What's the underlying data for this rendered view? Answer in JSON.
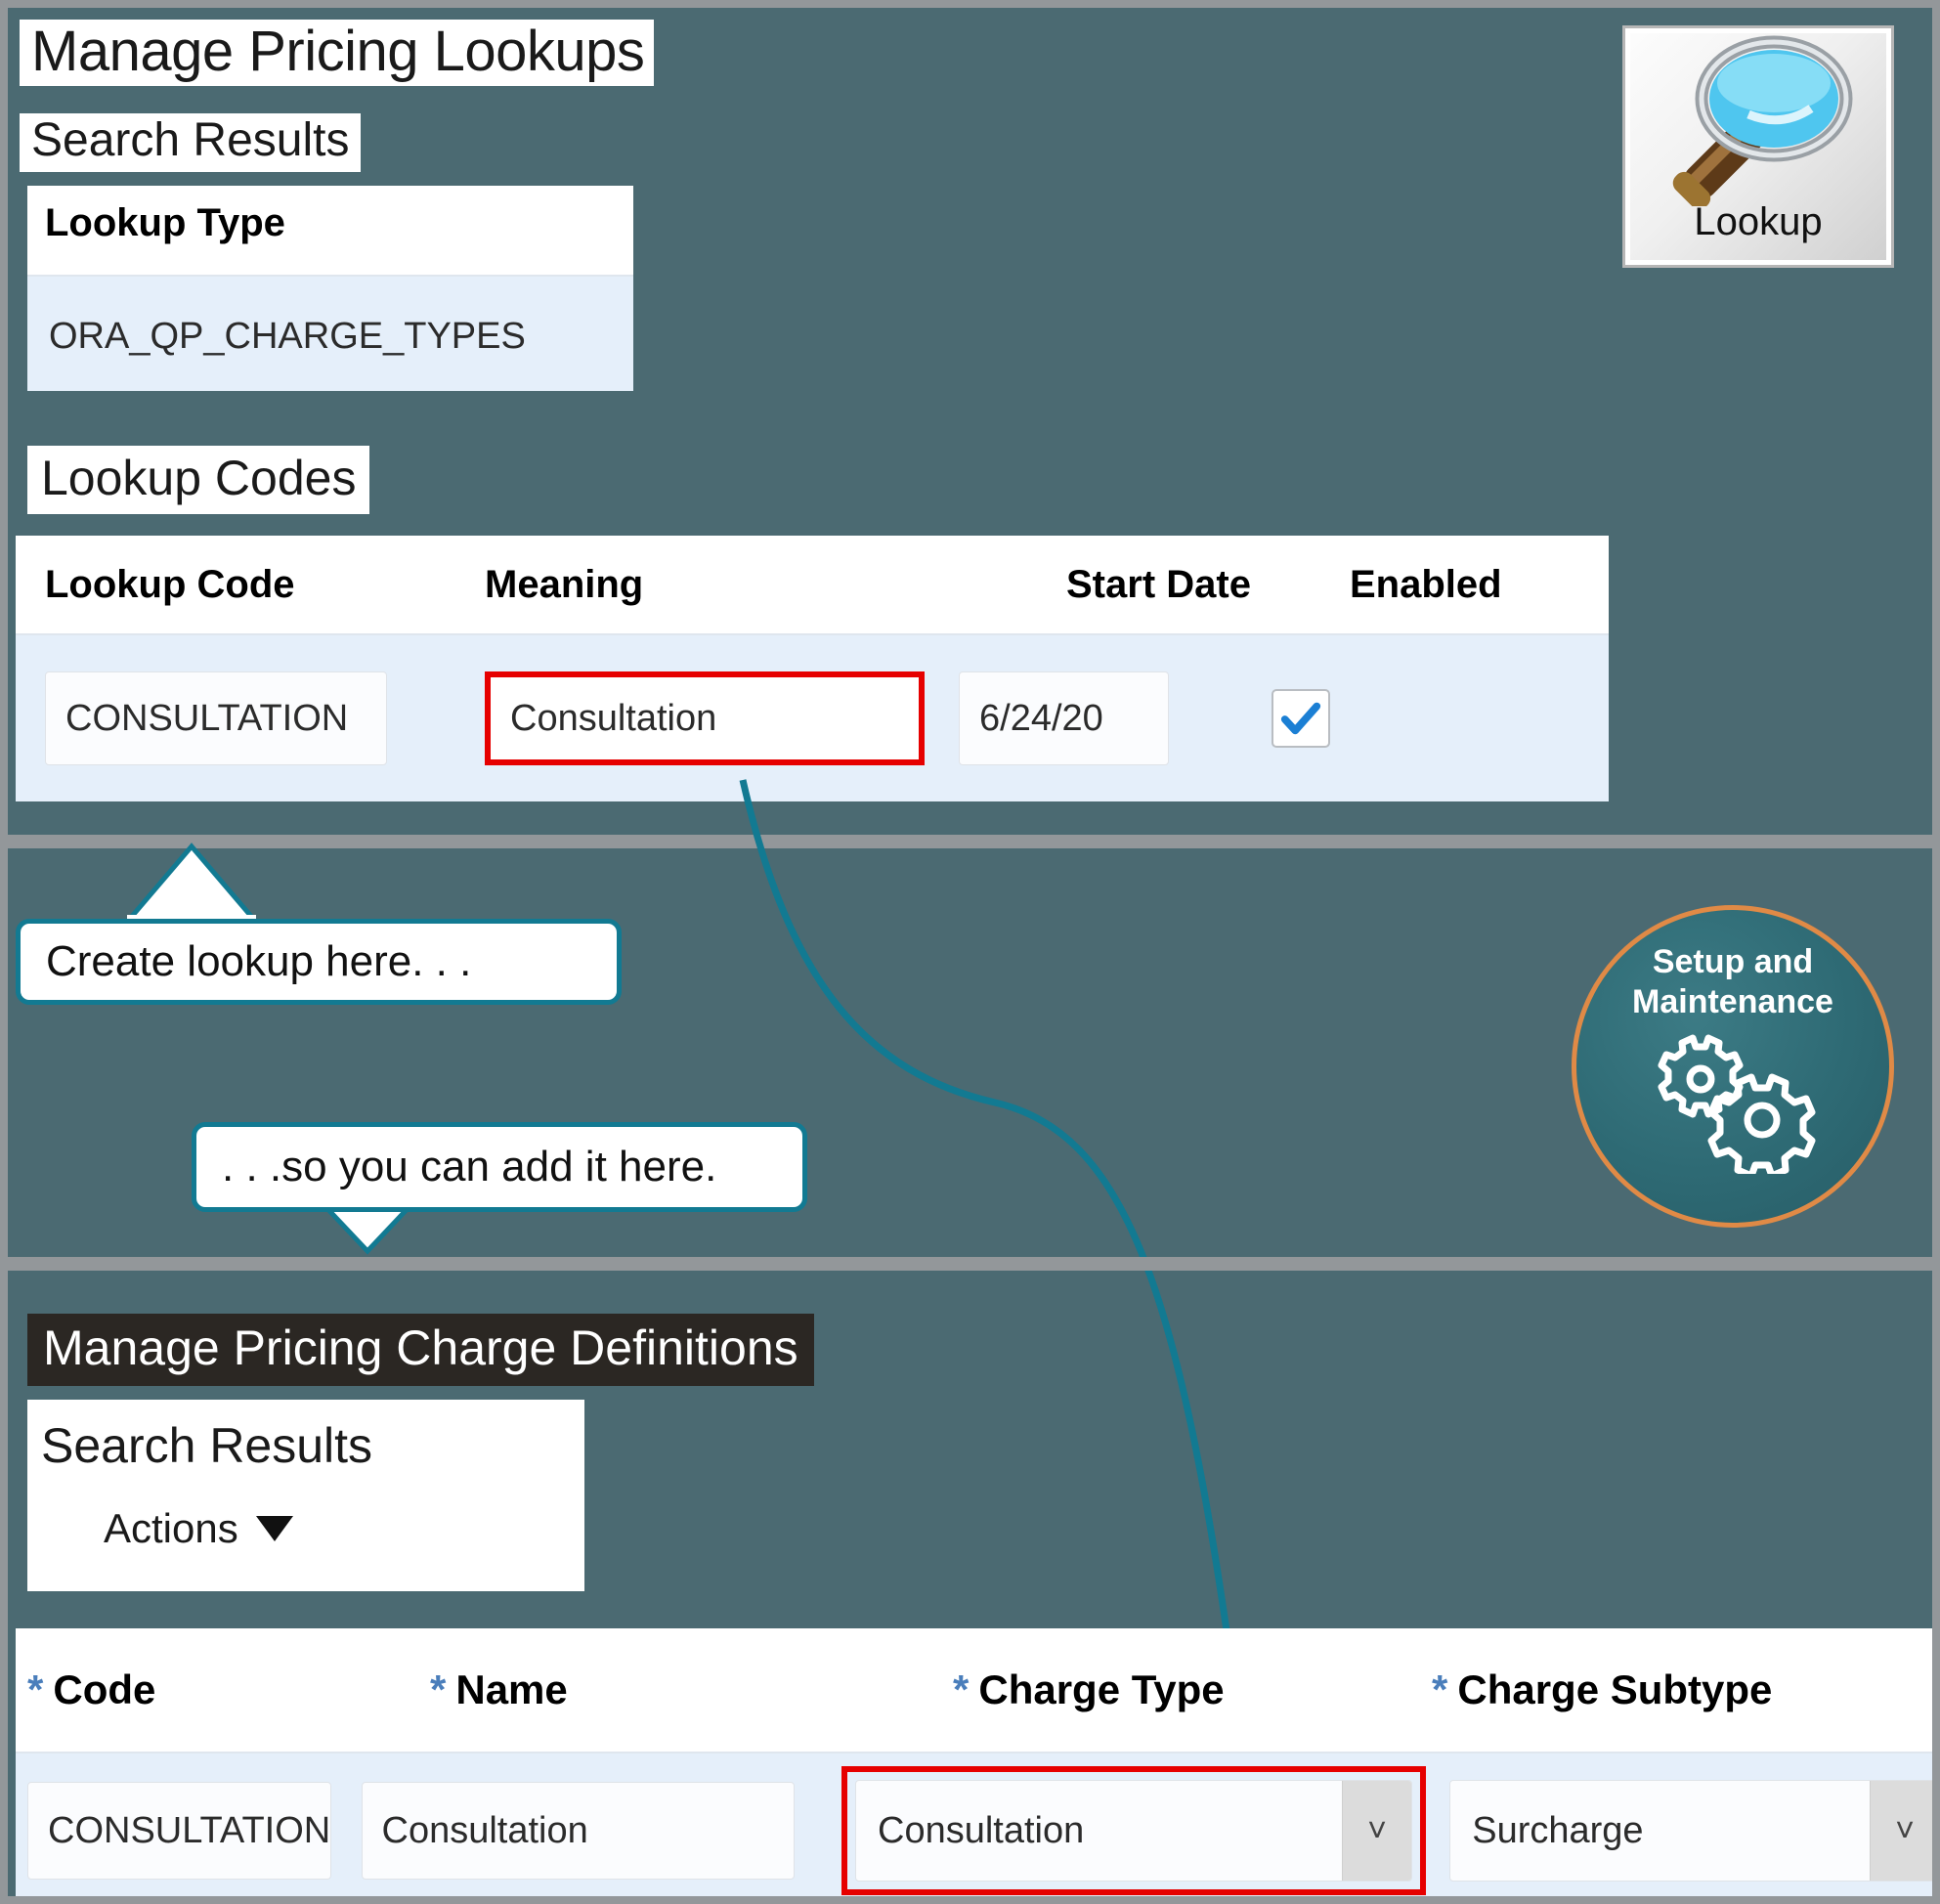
{
  "lookups_page": {
    "title": "Manage Pricing Lookups",
    "search_results_label": "Search Results",
    "lookup_type": {
      "header": "Lookup Type",
      "value": "ORA_QP_CHARGE_TYPES"
    },
    "lookup_codes": {
      "section_label": "Lookup Codes",
      "columns": [
        "Lookup Code",
        "Meaning",
        "Start Date",
        "Enabled"
      ],
      "rows": [
        {
          "lookup_code": "CONSULTATION",
          "meaning": "Consultation",
          "start_date": "6/24/20",
          "enabled": true
        }
      ]
    }
  },
  "lookup_button": {
    "label": "Lookup",
    "icon": "magnifier-icon"
  },
  "setup_badge": {
    "line1": "Setup and",
    "line2": "Maintenance",
    "icon": "gears-icon",
    "ring_color": "#e08a46",
    "fill_color": "#2e6a74"
  },
  "callouts": [
    {
      "text": "Create lookup here. . ."
    },
    {
      "text": ". . .so you can add it here."
    }
  ],
  "charge_definitions_page": {
    "title": "Manage Pricing Charge Definitions",
    "search_results_label": "Search Results",
    "actions_label": "Actions",
    "actions_caret": "chevron-down-icon",
    "columns": [
      {
        "required_mark": "*",
        "label": "Code"
      },
      {
        "required_mark": "*",
        "label": "Name"
      },
      {
        "required_mark": "*",
        "label": "Charge Type"
      },
      {
        "required_mark": "*",
        "label": "Charge Subtype"
      }
    ],
    "rows": [
      {
        "code": "CONSULTATION",
        "name": "Consultation",
        "charge_type": "Consultation",
        "charge_subtype": "Surcharge",
        "charge_type_caret": "chevron-down-icon",
        "charge_subtype_caret": "chevron-down-icon"
      }
    ]
  },
  "colors": {
    "background": "#4b6a72",
    "highlight_border": "#e60000",
    "annotation_line": "#127a92",
    "row_highlight": "#e5effa",
    "title_bar_dark": "#2b2723"
  }
}
